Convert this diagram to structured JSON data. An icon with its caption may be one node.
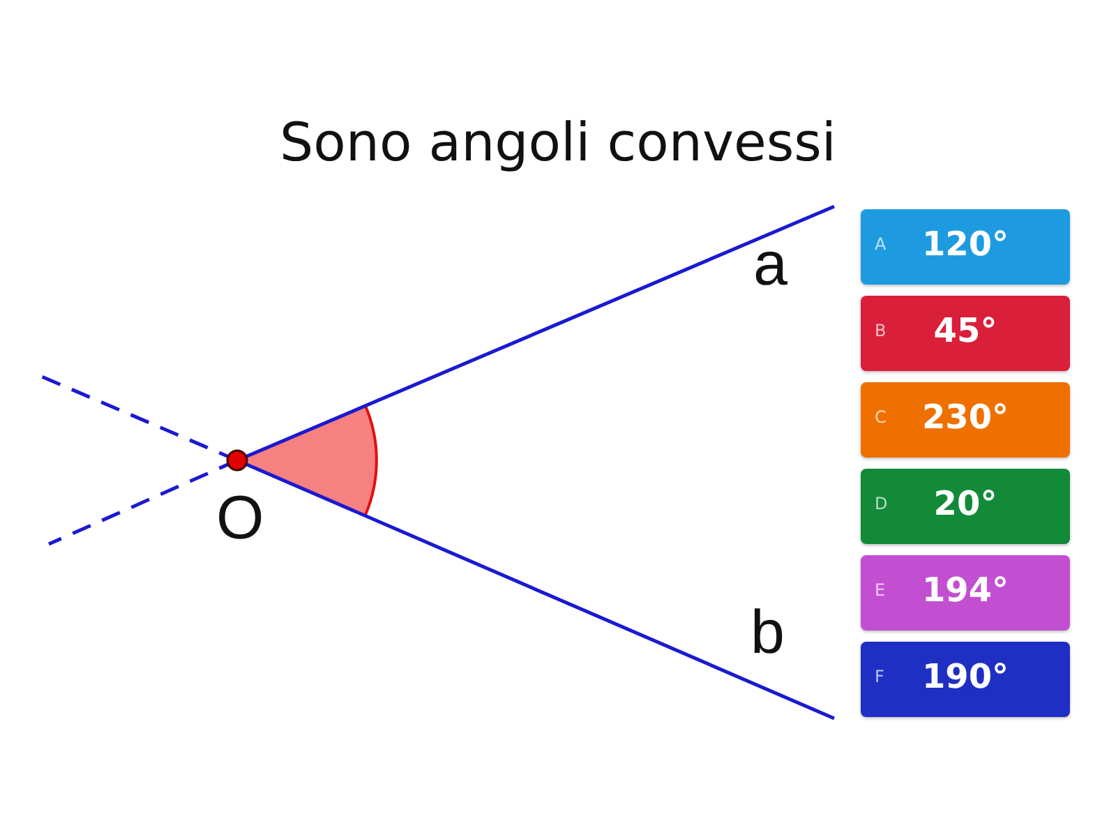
{
  "diagram": {
    "title": "Sono angoli convessi",
    "nodes": [
      {
        "text": [
          "A",
          "120°"
        ]
      },
      {
        "text": [
          "B",
          "45°"
        ]
      },
      {
        "text": [
          "C",
          "230°"
        ]
      },
      {
        "text": [
          "D",
          "20°"
        ]
      },
      {
        "text": [
          "E",
          "194°"
        ]
      },
      {
        "text": [
          "F",
          "190°"
        ]
      }
    ],
    "labels": [
      "a",
      "O",
      "b"
    ]
  }
}
